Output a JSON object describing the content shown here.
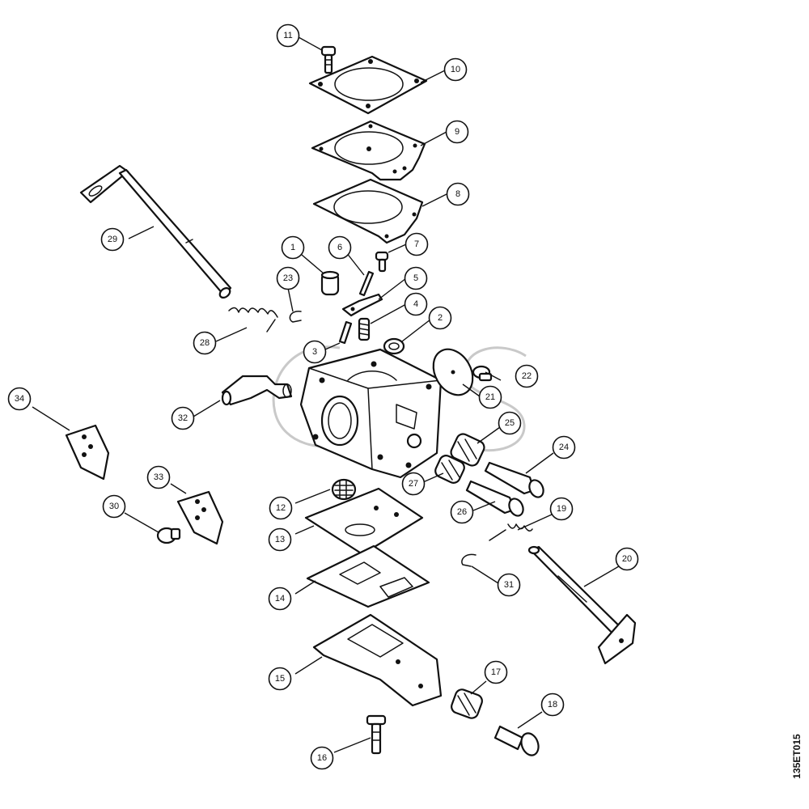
{
  "diagram": {
    "drawing_code": "135ET015",
    "callouts": [
      {
        "id": "callout-1",
        "label": "1"
      },
      {
        "id": "callout-2",
        "label": "2"
      },
      {
        "id": "callout-3",
        "label": "3"
      },
      {
        "id": "callout-4",
        "label": "4"
      },
      {
        "id": "callout-5",
        "label": "5"
      },
      {
        "id": "callout-6",
        "label": "6"
      },
      {
        "id": "callout-7",
        "label": "7"
      },
      {
        "id": "callout-8",
        "label": "8"
      },
      {
        "id": "callout-9",
        "label": "9"
      },
      {
        "id": "callout-10",
        "label": "10"
      },
      {
        "id": "callout-11",
        "label": "11"
      },
      {
        "id": "callout-12",
        "label": "12"
      },
      {
        "id": "callout-13",
        "label": "13"
      },
      {
        "id": "callout-14",
        "label": "14"
      },
      {
        "id": "callout-15",
        "label": "15"
      },
      {
        "id": "callout-16",
        "label": "16"
      },
      {
        "id": "callout-17",
        "label": "17"
      },
      {
        "id": "callout-18",
        "label": "18"
      },
      {
        "id": "callout-19",
        "label": "19"
      },
      {
        "id": "callout-20",
        "label": "20"
      },
      {
        "id": "callout-21",
        "label": "21"
      },
      {
        "id": "callout-22",
        "label": "22"
      },
      {
        "id": "callout-23",
        "label": "23"
      },
      {
        "id": "callout-24",
        "label": "24"
      },
      {
        "id": "callout-25",
        "label": "25"
      },
      {
        "id": "callout-26",
        "label": "26"
      },
      {
        "id": "callout-27",
        "label": "27"
      },
      {
        "id": "callout-28",
        "label": "28"
      },
      {
        "id": "callout-29",
        "label": "29"
      },
      {
        "id": "callout-30",
        "label": "30"
      },
      {
        "id": "callout-31",
        "label": "31"
      },
      {
        "id": "callout-32",
        "label": "32"
      },
      {
        "id": "callout-33",
        "label": "33"
      },
      {
        "id": "callout-34",
        "label": "34"
      }
    ]
  }
}
